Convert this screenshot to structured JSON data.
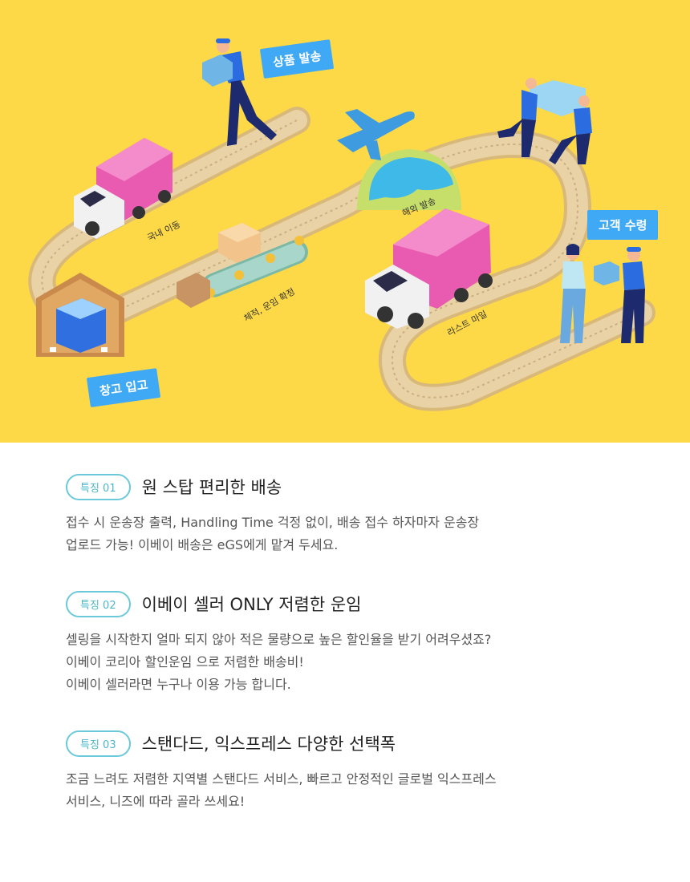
{
  "hero": {
    "bubbles": {
      "ship": "상품 발송",
      "warehouse": "창고 입고",
      "customer": "고객 수령"
    },
    "road_labels": {
      "domestic": "국내 이동",
      "overseas": "해외 발송",
      "measure": "체적, 운임 확정",
      "last_mile": "라스트 마일"
    }
  },
  "features": [
    {
      "badge": "특징 01",
      "title": "원 스탑 편리한 배송",
      "lines": [
        "접수 시 운송장 출력, Handling Time 걱정 없이, 배송 접수 하자마자 운송장",
        "업로드 가능! 이베이 배송은 eGS에게 맡겨 두세요."
      ]
    },
    {
      "badge": "특징 02",
      "title": "이베이 셀러 ONLY 저렴한 운임",
      "lines": [
        "셀링을 시작한지 얼마 되지 않아 적은 물량으로 높은 할인율을 받기 어려우셨죠?",
        "이베이 코리아 할인운임 으로 저렴한 배송비!",
        "이베이 셀러라면 누구나 이용 가능 합니다."
      ]
    },
    {
      "badge": "특징 03",
      "title": "스탠다드, 익스프레스 다양한 선택폭",
      "lines": [
        "조금 느려도 저렴한 지역별 스탠다드 서비스, 빠르고 안정적인 글로벌 익스프레스",
        "서비스, 니즈에 따라 골라 쓰세요!"
      ]
    }
  ]
}
